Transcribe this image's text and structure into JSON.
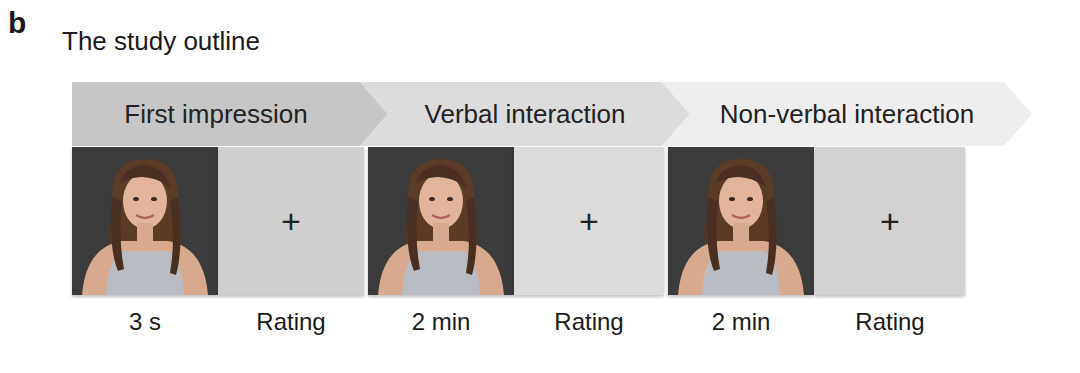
{
  "diagram": {
    "title": "The study outline",
    "nodes": [
      {
        "text": [
          "First impression"
        ]
      },
      {
        "text": [
          "Verbal interaction"
        ]
      },
      {
        "text": [
          "Non-verbal interaction"
        ]
      },
      {
        "text": [
          "+"
        ]
      },
      {
        "text": [
          "+"
        ]
      },
      {
        "text": [
          "+"
        ]
      }
    ],
    "labels": [
      "b",
      "3 s",
      "Rating",
      "2 min",
      "Rating",
      "2 min",
      "Rating"
    ]
  }
}
